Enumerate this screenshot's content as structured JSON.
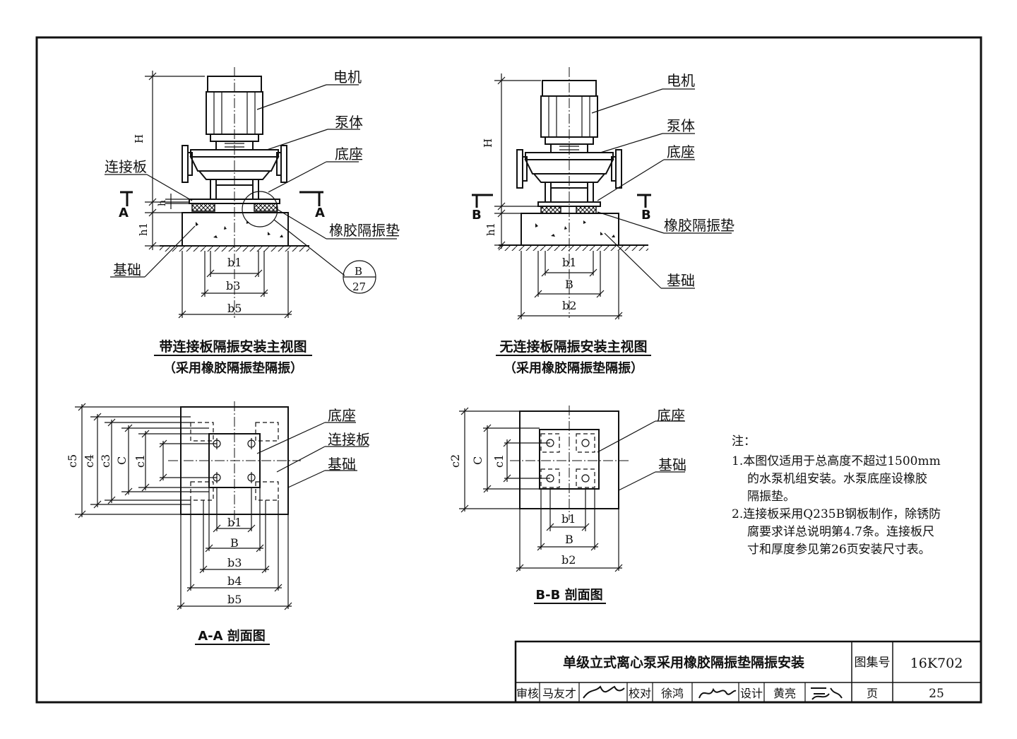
{
  "front_view_a": {
    "labels": {
      "motor": "电机",
      "pump_body": "泵体",
      "connecting_plate": "连接板",
      "base": "底座",
      "rubber_pad": "橡胶隔振垫",
      "foundation": "基础"
    },
    "dims": {
      "H": "H",
      "h": "h",
      "h1": "h1",
      "b1": "b1",
      "b3": "b3",
      "b5": "b5"
    },
    "section_mark": "A",
    "detail_ref": {
      "top": "B",
      "bottom": "27"
    },
    "title": "带连接板隔振安装主视图",
    "subtitle": "（采用橡胶隔振垫隔振）"
  },
  "front_view_b": {
    "labels": {
      "motor": "电机",
      "pump_body": "泵体",
      "base": "底座",
      "rubber_pad": "橡胶隔振垫",
      "foundation": "基础"
    },
    "dims": {
      "H": "H",
      "h1": "h1",
      "b1": "b1",
      "B": "B",
      "b2": "b2"
    },
    "section_mark": "B",
    "title": "无连接板隔振安装主视图",
    "subtitle": "（采用橡胶隔振垫隔振）"
  },
  "section_aa": {
    "labels": {
      "base": "底座",
      "connecting_plate": "连接板",
      "foundation": "基础"
    },
    "dims": {
      "c5": "c5",
      "c4": "c4",
      "c3": "c3",
      "C": "C",
      "c1": "c1",
      "b1": "b1",
      "B": "B",
      "b3": "b3",
      "b4": "b4",
      "b5": "b5"
    },
    "title": "A-A 剖面图"
  },
  "section_bb": {
    "labels": {
      "base": "底座",
      "foundation": "基础"
    },
    "dims": {
      "c2": "c2",
      "C": "C",
      "c1": "c1",
      "b1": "b1",
      "B": "B",
      "b2": "b2"
    },
    "title": "B-B 剖面图"
  },
  "notes": {
    "heading": "注：",
    "lines": [
      "1.本图仅适用于总高度不超过1500mm",
      "的水泵机组安装。水泵底座设橡胶",
      "隔振垫。",
      "2.连接板采用Q235B钢板制作，除锈防",
      "腐要求详总说明第4.7条。连接板尺",
      "寸和厚度参见第26页安装尺寸表。"
    ]
  },
  "title_block": {
    "title": "单级立式离心泵采用橡胶隔振垫隔振安装",
    "atlas_label": "图集号",
    "atlas_no": "16K702",
    "review_label": "审核",
    "reviewer": "马友才",
    "check_label": "校对",
    "checker": "徐鸿",
    "design_label": "设计",
    "designer": "黄亮",
    "page_label": "页",
    "page_no": "25"
  }
}
